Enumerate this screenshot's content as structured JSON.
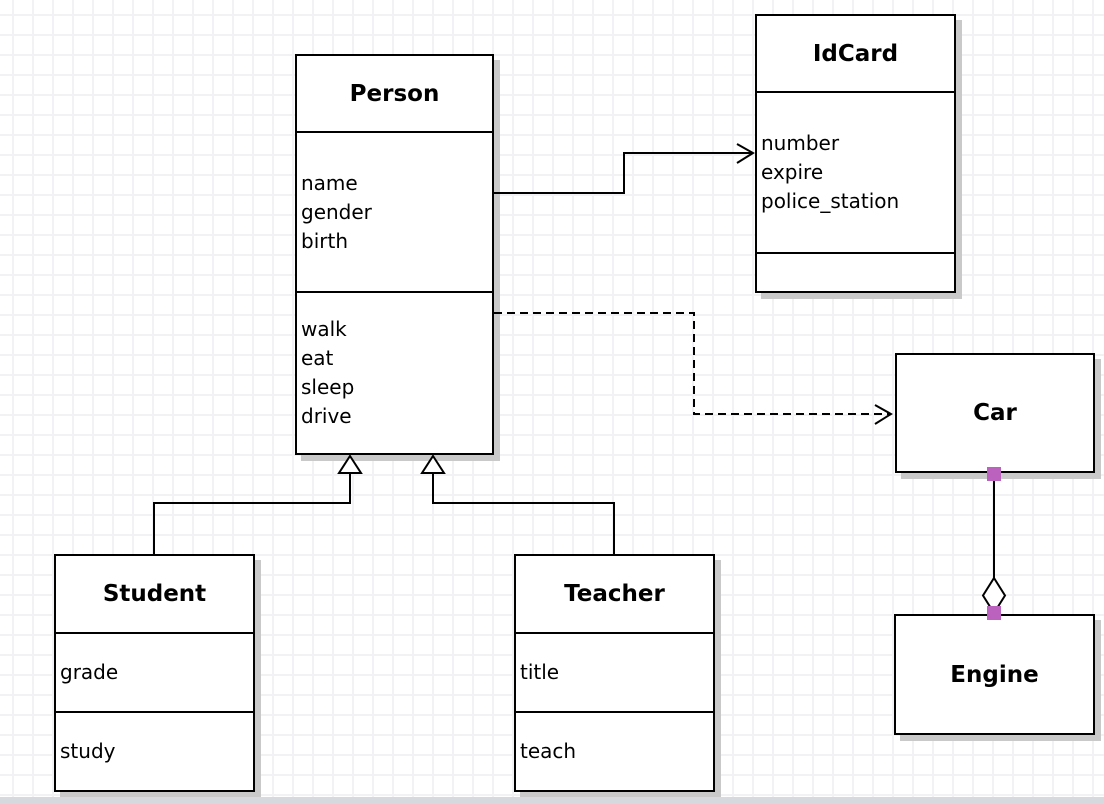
{
  "colors": {
    "handle": "#ba62bd",
    "box_border": "#000000",
    "box_fill": "#ffffff",
    "box_shadow": "#c9c9c9",
    "grid_line": "#f2f2f5",
    "bottom_edge": "#d6dade"
  },
  "classes": {
    "person": {
      "name": "Person",
      "attributes": [
        "name",
        "gender",
        "birth"
      ],
      "methods": [
        "walk",
        "eat",
        "sleep",
        "drive"
      ]
    },
    "idcard": {
      "name": "IdCard",
      "attributes": [
        "number",
        "expire",
        "police_station"
      ],
      "methods": []
    },
    "car": {
      "name": "Car",
      "attributes": [],
      "methods": []
    },
    "engine": {
      "name": "Engine",
      "attributes": [],
      "methods": []
    },
    "student": {
      "name": "Student",
      "attributes": [
        "grade"
      ],
      "methods": [
        "study"
      ]
    },
    "teacher": {
      "name": "Teacher",
      "attributes": [
        "title"
      ],
      "methods": [
        "teach"
      ]
    }
  },
  "relationships": [
    {
      "from": "Person",
      "to": "IdCard",
      "type": "directed-association",
      "line": "solid",
      "arrow": "open"
    },
    {
      "from": "Person",
      "to": "Car",
      "type": "dependency",
      "line": "dashed",
      "arrow": "open"
    },
    {
      "from": "Student",
      "to": "Person",
      "type": "generalization",
      "line": "solid",
      "arrow": "hollow-triangle"
    },
    {
      "from": "Teacher",
      "to": "Person",
      "type": "generalization",
      "line": "solid",
      "arrow": "hollow-triangle"
    },
    {
      "from": "Car",
      "to": "Engine",
      "type": "aggregation",
      "line": "solid",
      "arrow": "hollow-diamond",
      "selected": true
    }
  ]
}
